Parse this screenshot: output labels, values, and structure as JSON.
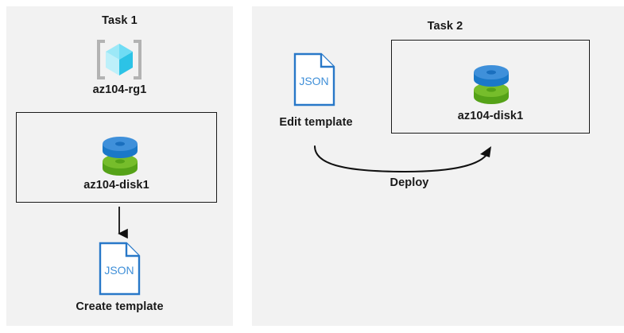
{
  "diagram": {
    "title": "Azure disk template tasks",
    "background": "#ffffff",
    "panel_background": "#f2f2f2",
    "outline_color": "#1a1a1a",
    "text_color": "#191919"
  },
  "panels": [
    {
      "id": "task1",
      "title": "Task 1",
      "nodes": [
        {
          "id": "rg1",
          "label": "az104-rg1",
          "icon": "azure-resource-group-icon"
        },
        {
          "id": "disk1",
          "label": "az104-disk1",
          "icon": "azure-managed-disk-icon",
          "boxed": true
        },
        {
          "id": "tpl",
          "label": "Create template",
          "icon": "json-file-icon"
        }
      ],
      "connectors": [
        {
          "id": "create",
          "label": "",
          "from": "disk1",
          "to": "tpl",
          "style": "straight-down-arrow"
        }
      ]
    },
    {
      "id": "task2",
      "title": "Task 2",
      "nodes": [
        {
          "id": "edit-tpl",
          "label": "Edit template",
          "icon": "json-file-icon"
        },
        {
          "id": "disk1",
          "label": "az104-disk1",
          "icon": "azure-managed-disk-icon",
          "boxed": true
        }
      ],
      "connectors": [
        {
          "id": "deploy",
          "label": "Deploy",
          "from": "edit-tpl",
          "to": "disk1",
          "style": "curved-arrow"
        }
      ]
    }
  ],
  "labels": {
    "task1_title": "Task 1",
    "task2_title": "Task 2",
    "rg1": "az104-rg1",
    "disk1_task1": "az104-disk1",
    "disk1_task2": "az104-disk1",
    "create_template": "Create template",
    "edit_template": "Edit template",
    "deploy": "Deploy",
    "json_text": "JSON"
  },
  "colors": {
    "panel_bg": "#f2f2f2",
    "page_bg": "#ffffff",
    "stroke": "#1a1a1a",
    "json_blue": "#2878c8",
    "json_text_blue": "#3f8fd8",
    "disk_blue_top": "#3f90da",
    "disk_blue_side": "#1a78c8",
    "disk_green_top": "#76bd2b",
    "disk_green_side": "#55a218",
    "rg_cube_light": "#9ce8f7",
    "rg_cube_mid": "#4fd4ef",
    "rg_cube_dark": "#2cc3e6",
    "rg_bracket": "#b3b3b3"
  }
}
